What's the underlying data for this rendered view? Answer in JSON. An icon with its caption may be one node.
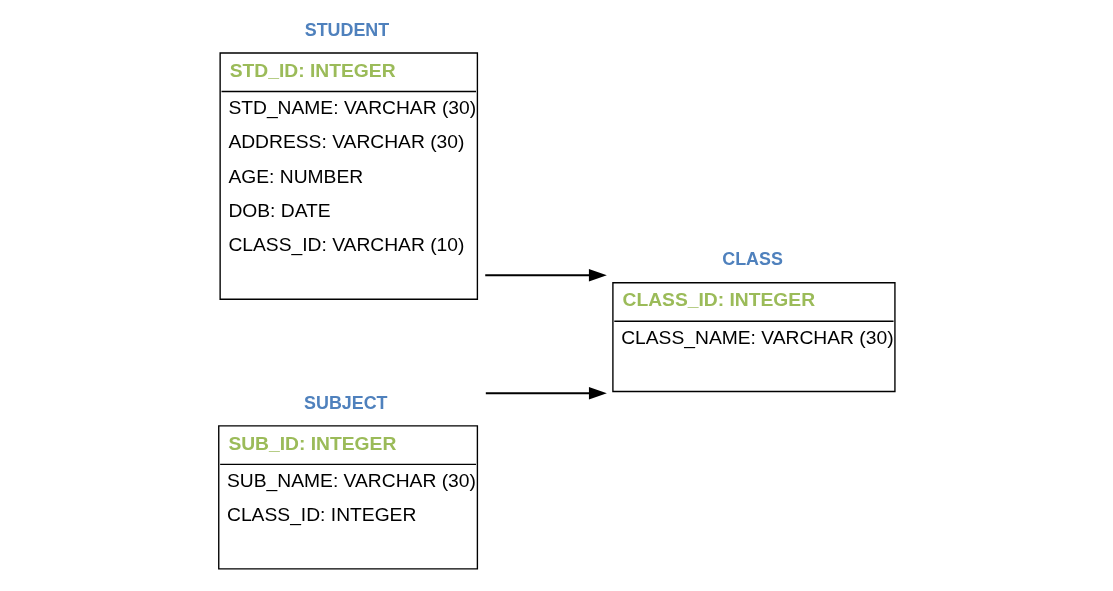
{
  "diagram": {
    "nodes": [
      {
        "text": [
          "STUDENT",
          "STD_ID: INTEGER",
          "STD_NAME: VARCHAR (30)",
          "ADDRESS: VARCHAR (30)",
          "AGE: NUMBER",
          "DOB: DATE",
          "CLASS_ID: VARCHAR (10)"
        ]
      },
      {
        "text": [
          "CLASS",
          "CLASS_ID: INTEGER",
          "CLASS_NAME: VARCHAR (30)"
        ]
      },
      {
        "text": [
          "SUBJECT",
          "SUB_ID: INTEGER",
          "SUB_NAME: VARCHAR (30)",
          "CLASS_ID: INTEGER"
        ]
      }
    ],
    "edges": [
      {
        "from": 0,
        "to": 1,
        "arrow": "to"
      },
      {
        "from": 2,
        "to": 1,
        "arrow": "to"
      }
    ]
  }
}
